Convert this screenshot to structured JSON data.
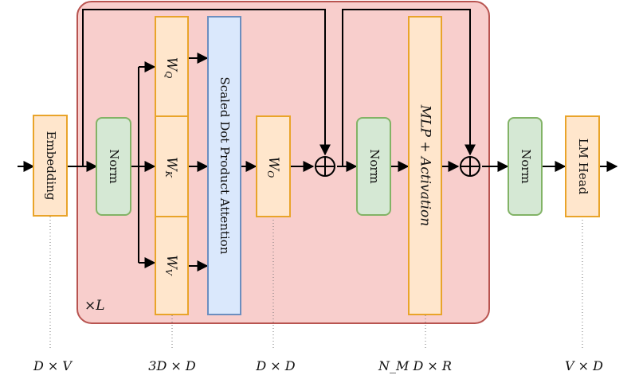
{
  "block": {
    "repeat_label": "×L"
  },
  "nodes": {
    "embedding": "Embedding",
    "norm1": "Norm",
    "wq": {
      "base": "W",
      "sub": "Q"
    },
    "wk": {
      "base": "W",
      "sub": "K"
    },
    "wv": {
      "base": "W",
      "sub": "V"
    },
    "attention": "Scaled Dot Product Attention",
    "wo": {
      "base": "W",
      "sub": "O"
    },
    "norm2": "Norm",
    "mlp": "MLP + Activation",
    "norm3": "Norm",
    "lm_head": "LM Head"
  },
  "dimensions": {
    "embedding": "D × V",
    "qkv": "3D × D",
    "wo": "D × D",
    "mlp": "N_M D × R",
    "lm_head": "V × D"
  },
  "colors": {
    "block_fill": "#f8cecc",
    "block_stroke": "#b85450",
    "orange_fill": "#ffe6cc",
    "orange_stroke": "#e9a42a",
    "green_fill": "#d5e8d4",
    "green_stroke": "#82b366",
    "blue_fill": "#dae8fc",
    "blue_stroke": "#6c8ebf"
  }
}
